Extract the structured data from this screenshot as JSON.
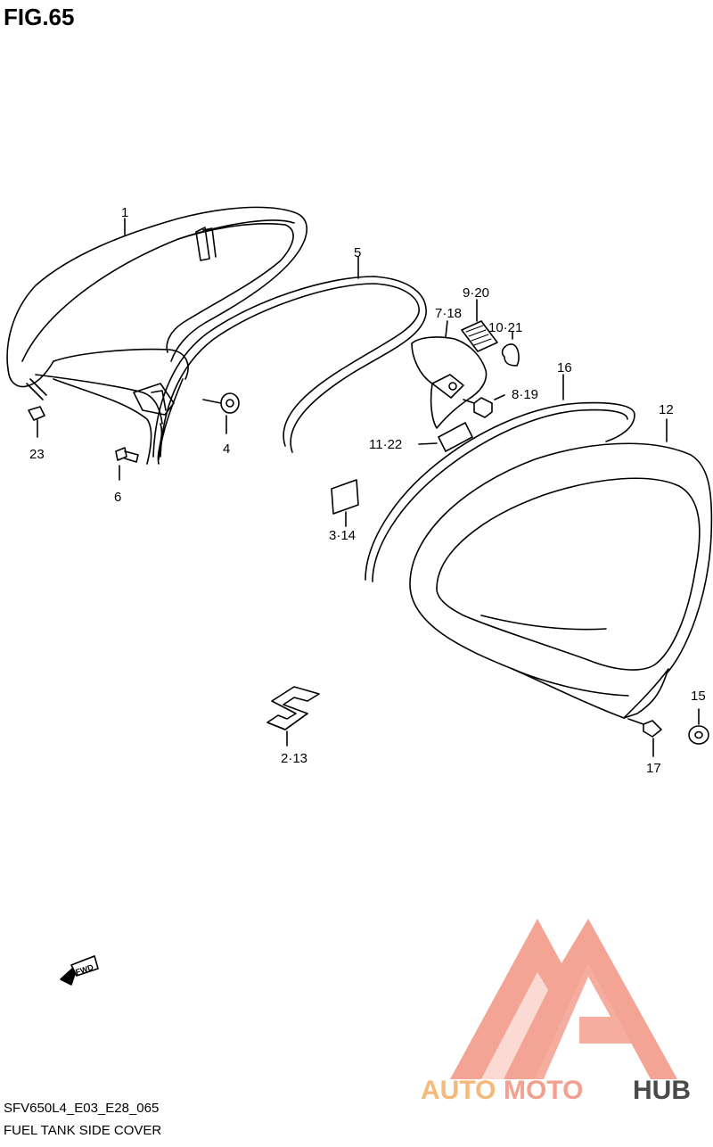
{
  "figure": {
    "title": "FIG.65",
    "model_code": "SFV650L4_E03_E28_065",
    "name": "FUEL TANK SIDE COVER"
  },
  "callouts": [
    "1",
    "23",
    "6",
    "4",
    "5",
    "3·14",
    "9·20",
    "7·18",
    "10·21",
    "8·19",
    "11·22",
    "16",
    "12",
    "15",
    "17",
    "2·13"
  ],
  "fwd_label": "FWD",
  "watermark": {
    "text_part1": "AUTO",
    "text_part2": "MOTO",
    "text_part3": "HUB",
    "color_main": "#f4a090",
    "color_orange": "#f5b97a",
    "color_dark": "#4a4a4a"
  }
}
